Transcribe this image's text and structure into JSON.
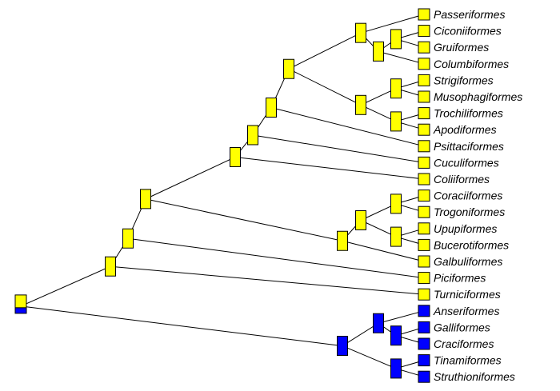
{
  "colors": {
    "yellow": "#FFFF00",
    "blue": "#0000FF",
    "line": "#000000"
  },
  "tree": {
    "n": "root",
    "s": [
      "yellow",
      "blue"
    ],
    "c": [
      {
        "n": "n1",
        "s": [
          "yellow"
        ],
        "c": [
          {
            "n": "n2",
            "s": [
              "yellow"
            ],
            "c": [
              {
                "n": "n3",
                "s": [
                  "yellow"
                ],
                "c": [
                  {
                    "n": "n4",
                    "s": [
                      "yellow"
                    ],
                    "c": [
                      {
                        "n": "n5",
                        "s": [
                          "yellow"
                        ],
                        "c": [
                          {
                            "n": "n6",
                            "s": [
                              "yellow"
                            ],
                            "c": [
                              {
                                "n": "n7",
                                "s": [
                                  "yellow"
                                ],
                                "c": [
                                  {
                                    "n": "n8",
                                    "s": [
                                      "yellow"
                                    ],
                                    "c": [
                                      {
                                        "t": "Passeriformes",
                                        "s": "yellow"
                                      },
                                      {
                                        "n": "n9",
                                        "s": [
                                          "yellow"
                                        ],
                                        "c": [
                                          {
                                            "n": "n10",
                                            "s": [
                                              "yellow"
                                            ],
                                            "c": [
                                              {
                                                "t": "Ciconiiformes",
                                                "s": "yellow"
                                              },
                                              {
                                                "t": "Gruiformes",
                                                "s": "yellow"
                                              }
                                            ]
                                          },
                                          {
                                            "t": "Columbiformes",
                                            "s": "yellow"
                                          }
                                        ]
                                      }
                                    ]
                                  },
                                  {
                                    "n": "n11",
                                    "s": [
                                      "yellow"
                                    ],
                                    "c": [
                                      {
                                        "n": "n12",
                                        "s": [
                                          "yellow"
                                        ],
                                        "c": [
                                          {
                                            "t": "Strigiformes",
                                            "s": "yellow"
                                          },
                                          {
                                            "t": "Musophagiformes",
                                            "s": "yellow"
                                          }
                                        ]
                                      },
                                      {
                                        "n": "n13",
                                        "s": [
                                          "yellow"
                                        ],
                                        "c": [
                                          {
                                            "t": "Trochiliformes",
                                            "s": "yellow"
                                          },
                                          {
                                            "t": "Apodiformes",
                                            "s": "yellow"
                                          }
                                        ]
                                      }
                                    ]
                                  }
                                ]
                              },
                              {
                                "t": "Psittaciformes",
                                "s": "yellow"
                              }
                            ]
                          },
                          {
                            "t": "Cuculiformes",
                            "s": "yellow"
                          }
                        ]
                      },
                      {
                        "t": "Coliiformes",
                        "s": "yellow"
                      }
                    ]
                  },
                  {
                    "n": "n14",
                    "s": [
                      "yellow"
                    ],
                    "c": [
                      {
                        "n": "n15",
                        "s": [
                          "yellow"
                        ],
                        "c": [
                          {
                            "n": "n16",
                            "s": [
                              "yellow"
                            ],
                            "c": [
                              {
                                "t": "Coraciiformes",
                                "s": "yellow"
                              },
                              {
                                "t": "Trogoniformes",
                                "s": "yellow"
                              }
                            ]
                          },
                          {
                            "n": "n17",
                            "s": [
                              "yellow"
                            ],
                            "c": [
                              {
                                "t": "Upupiformes",
                                "s": "yellow"
                              },
                              {
                                "t": "Bucerotiformes",
                                "s": "yellow"
                              }
                            ]
                          }
                        ]
                      },
                      {
                        "t": "Galbuliformes",
                        "s": "yellow"
                      }
                    ]
                  }
                ]
              },
              {
                "t": "Piciformes",
                "s": "yellow"
              }
            ]
          },
          {
            "t": "Turniciformes",
            "s": "yellow"
          }
        ]
      },
      {
        "n": "n18",
        "s": [
          "blue"
        ],
        "c": [
          {
            "n": "n19",
            "s": [
              "blue"
            ],
            "c": [
              {
                "t": "Anseriformes",
                "s": "blue"
              },
              {
                "n": "n20",
                "s": [
                  "blue"
                ],
                "c": [
                  {
                    "t": "Galliformes",
                    "s": "blue"
                  },
                  {
                    "t": "Craciformes",
                    "s": "blue"
                  }
                ]
              }
            ]
          },
          {
            "n": "n21",
            "s": [
              "blue"
            ],
            "c": [
              {
                "t": "Tinamiformes",
                "s": "blue"
              },
              {
                "t": "Struthioniformes",
                "s": "blue"
              }
            ]
          }
        ]
      }
    ]
  }
}
